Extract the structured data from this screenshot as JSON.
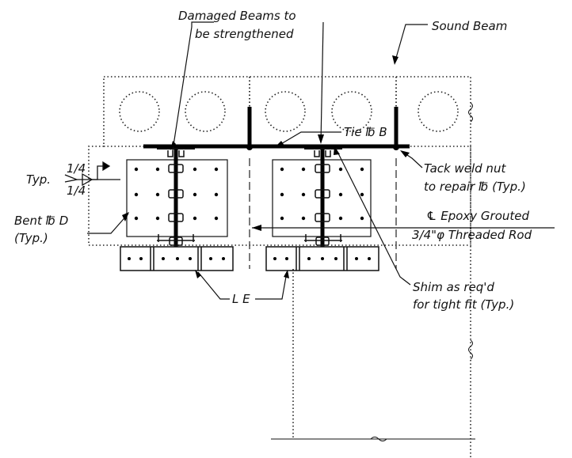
{
  "labels": {
    "damaged_l1": "Damaged Beams to",
    "damaged_l2": "be strengthened",
    "sound": "Sound Beam",
    "tie": "Tie ℔ B",
    "typ": "Typ.",
    "weld_top": "1/4",
    "weld_bot": "1/4",
    "tack_l1": "Tack weld nut",
    "tack_l2": "to repair ℔ (Typ.)",
    "bent_l1": "Bent ℔ D",
    "bent_l2": "(Typ.)",
    "epoxy_l1": "℄ Epoxy Grouted",
    "epoxy_l2": "3/4\"φ Threaded Rod",
    "angle": "L E",
    "shim_l1": "Shim as req'd",
    "shim_l2": "for tight fit (Typ.)"
  }
}
